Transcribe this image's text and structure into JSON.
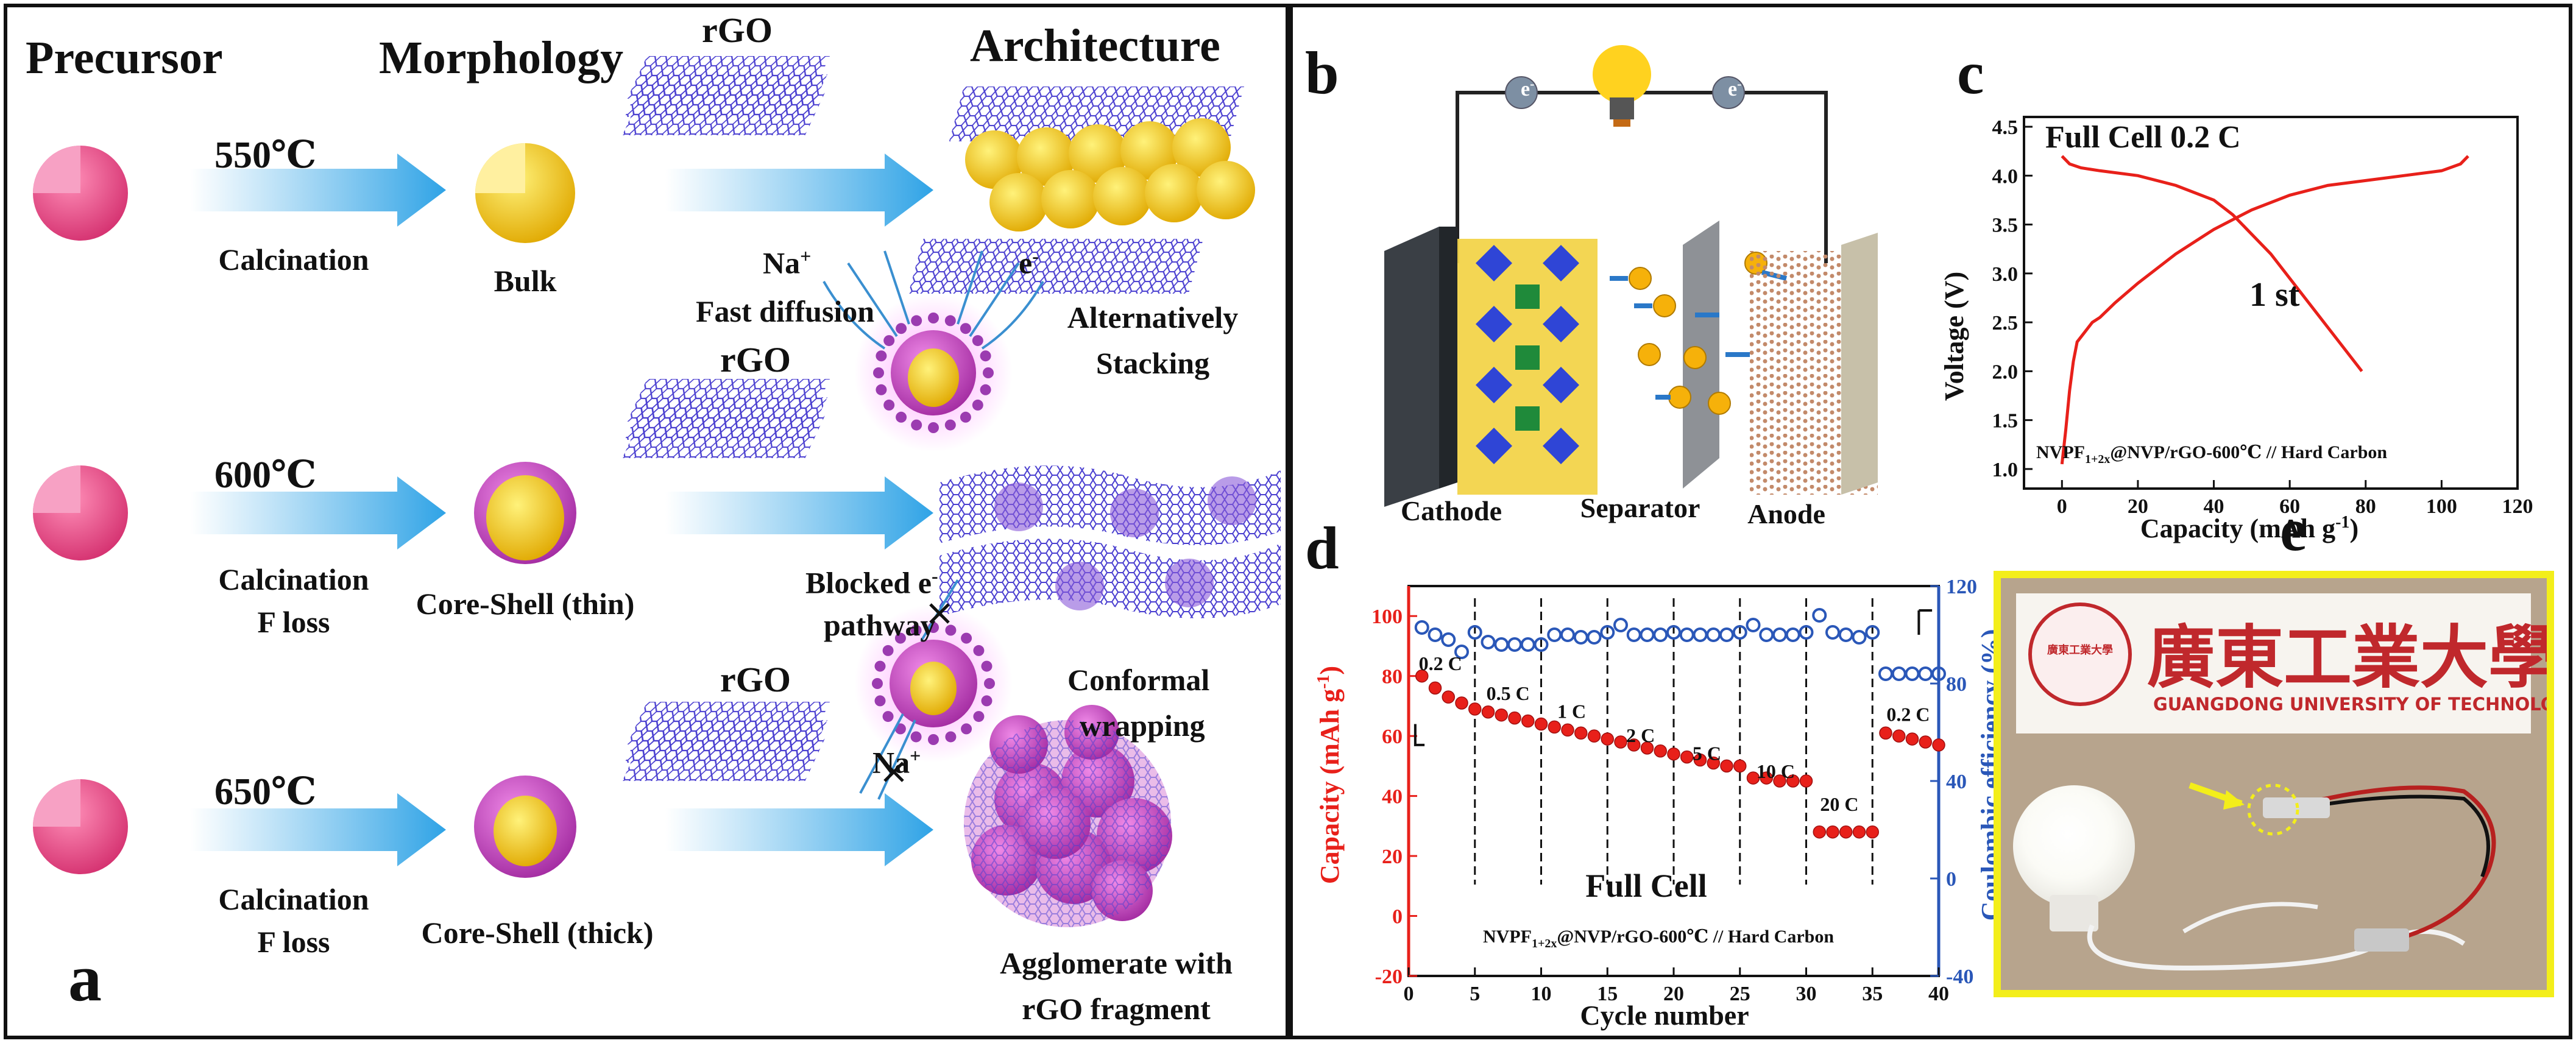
{
  "panel_a": {
    "letter": "a",
    "headers": {
      "precursor": "Precursor",
      "morphology": "Morphology",
      "architecture": "Architecture"
    },
    "rgo_label": "rGO",
    "rows": [
      {
        "temp": "550℃",
        "process": "Calcination",
        "process2": "",
        "morphology": "Bulk",
        "arch_label1": "Alternatively",
        "arch_label2": "Stacking"
      },
      {
        "temp": "600℃",
        "process": "Calcination",
        "process2": "F loss",
        "morphology": "Core-Shell (thin)",
        "arch_label1": "",
        "arch_label2": ""
      },
      {
        "temp": "650℃",
        "process": "Calcination",
        "process2": "F loss",
        "morphology": "Core-Shell (thick)",
        "arch_label1": "Agglomerate with",
        "arch_label2": "rGO fragment"
      }
    ],
    "annotations": {
      "na_plus": "Na",
      "na_sup": "+",
      "e_minus": "e",
      "e_sup": "-",
      "fast_diffusion": "Fast diffusion",
      "blocked1": "Blocked e",
      "blocked2": "pathway",
      "conformal1": "Conformal",
      "conformal2": "wrapping"
    },
    "colors": {
      "precursor": "#e6447f",
      "core": "#f2c200",
      "shell": "#c23fbf",
      "arrow": "#2fa3e6",
      "rgo": "#4a3fd0"
    }
  },
  "panel_b": {
    "letter": "b",
    "electron": "e",
    "electron_sup": "-",
    "labels": {
      "cathode": "Cathode",
      "separator": "Separator",
      "anode": "Anode"
    }
  },
  "panel_c": {
    "letter": "c",
    "title": "Full Cell 0.2 C",
    "cycle_label": "1 st",
    "legend_main": "NVPF",
    "legend_sub": "1+2x",
    "legend_rest": "@NVP/rGO-600℃ // Hard Carbon",
    "ylabel": "Voltage (V)",
    "xlabel": "Capacity (mAh g",
    "xlabel_sup": "-1",
    "xlabel_end": ")"
  },
  "panel_d": {
    "letter": "d",
    "title": "Full Cell",
    "legend_main": "NVPF",
    "legend_sub": "1+2x",
    "legend_rest": "@NVP/rGO-600℃ // Hard Carbon",
    "ylabel_left": "Capacity (mAh g",
    "ylabel_left_sup": "-1",
    "ylabel_left_end": ")",
    "ylabel_right": "Coulombic efficiency (%)",
    "xlabel": "Cycle number",
    "rate_labels": [
      "0.2 C",
      "0.5 C",
      "1 C",
      "2 C",
      "5 C",
      "10 C",
      "20 C",
      "0.2 C"
    ]
  },
  "panel_e": {
    "letter": "e",
    "logo_chinese": "廣東工業大學",
    "logo_english": "GUANGDONG UNIVERSITY OF TECHNOLOGY",
    "seal_text": "廣東工業大學"
  },
  "chart_data": [
    {
      "type": "line",
      "title": "Full Cell 0.2 C",
      "xlabel": "Capacity (mAh g-1)",
      "ylabel": "Voltage (V)",
      "xlim": [
        -10,
        120
      ],
      "ylim": [
        0.8,
        4.6
      ],
      "xticks": [
        0,
        20,
        40,
        60,
        80,
        100,
        120
      ],
      "yticks": [
        1.0,
        1.5,
        2.0,
        2.5,
        3.0,
        3.5,
        4.0,
        4.5
      ],
      "series": [
        {
          "name": "charge",
          "color": "#e8201a",
          "x": [
            0,
            1,
            2,
            3,
            4,
            6,
            8,
            10,
            14,
            20,
            30,
            40,
            50,
            60,
            70,
            80,
            90,
            100,
            105,
            107
          ],
          "y": [
            1.05,
            1.4,
            1.8,
            2.1,
            2.3,
            2.4,
            2.5,
            2.55,
            2.7,
            2.9,
            3.2,
            3.45,
            3.65,
            3.8,
            3.9,
            3.95,
            4.0,
            4.05,
            4.12,
            4.2
          ]
        },
        {
          "name": "discharge",
          "color": "#e8201a",
          "x": [
            0,
            2,
            5,
            10,
            20,
            30,
            40,
            45,
            50,
            55,
            60,
            65,
            70,
            75,
            79
          ],
          "y": [
            4.2,
            4.12,
            4.08,
            4.05,
            4.0,
            3.9,
            3.75,
            3.6,
            3.4,
            3.2,
            2.95,
            2.7,
            2.45,
            2.2,
            2.0
          ]
        }
      ]
    },
    {
      "type": "scatter",
      "title": "Full Cell",
      "xlabel": "Cycle number",
      "ylabel": "Capacity (mAh g-1)",
      "y2label": "Coulombic efficiency (%)",
      "xlim": [
        0,
        40
      ],
      "ylim": [
        -20,
        110
      ],
      "y2lim": [
        -40,
        120
      ],
      "xticks": [
        0,
        5,
        10,
        15,
        20,
        25,
        30,
        35,
        40
      ],
      "yticks": [
        -20,
        0,
        20,
        40,
        60,
        80,
        100
      ],
      "y2ticks": [
        -40,
        0,
        40,
        80,
        120
      ],
      "segment_boundaries": [
        5,
        10,
        15,
        20,
        25,
        30,
        35
      ],
      "series": [
        {
          "name": "capacity",
          "axis": "left",
          "color": "#e8201a",
          "x": [
            1,
            2,
            3,
            4,
            5,
            6,
            7,
            8,
            9,
            10,
            11,
            12,
            13,
            14,
            15,
            16,
            17,
            18,
            19,
            20,
            21,
            22,
            23,
            24,
            25,
            26,
            27,
            28,
            29,
            30,
            31,
            32,
            33,
            34,
            35,
            36,
            37,
            38,
            39,
            40
          ],
          "y": [
            80,
            76,
            73,
            71,
            69,
            68,
            67,
            66,
            65,
            64,
            63,
            62,
            61,
            60,
            59,
            58,
            57,
            56,
            55,
            54,
            53,
            52,
            51,
            50,
            50,
            46,
            46,
            45,
            45,
            45,
            28,
            28,
            28,
            28,
            28,
            61,
            60,
            59,
            58,
            57
          ]
        },
        {
          "name": "coulombic efficiency",
          "axis": "right",
          "color": "#2a57b8",
          "x": [
            1,
            2,
            3,
            4,
            5,
            6,
            7,
            8,
            9,
            10,
            11,
            12,
            13,
            14,
            15,
            16,
            17,
            18,
            19,
            20,
            21,
            22,
            23,
            24,
            25,
            26,
            27,
            28,
            29,
            30,
            31,
            32,
            33,
            34,
            35,
            36,
            37,
            38,
            39,
            40
          ],
          "y": [
            103,
            100,
            98,
            93,
            101,
            97,
            96,
            96,
            96,
            96,
            100,
            100,
            99,
            99,
            101,
            104,
            100,
            100,
            100,
            101,
            100,
            100,
            100,
            100,
            101,
            104,
            100,
            100,
            100,
            101,
            108,
            101,
            100,
            99,
            101,
            84,
            84,
            84,
            84,
            84
          ]
        }
      ]
    }
  ]
}
